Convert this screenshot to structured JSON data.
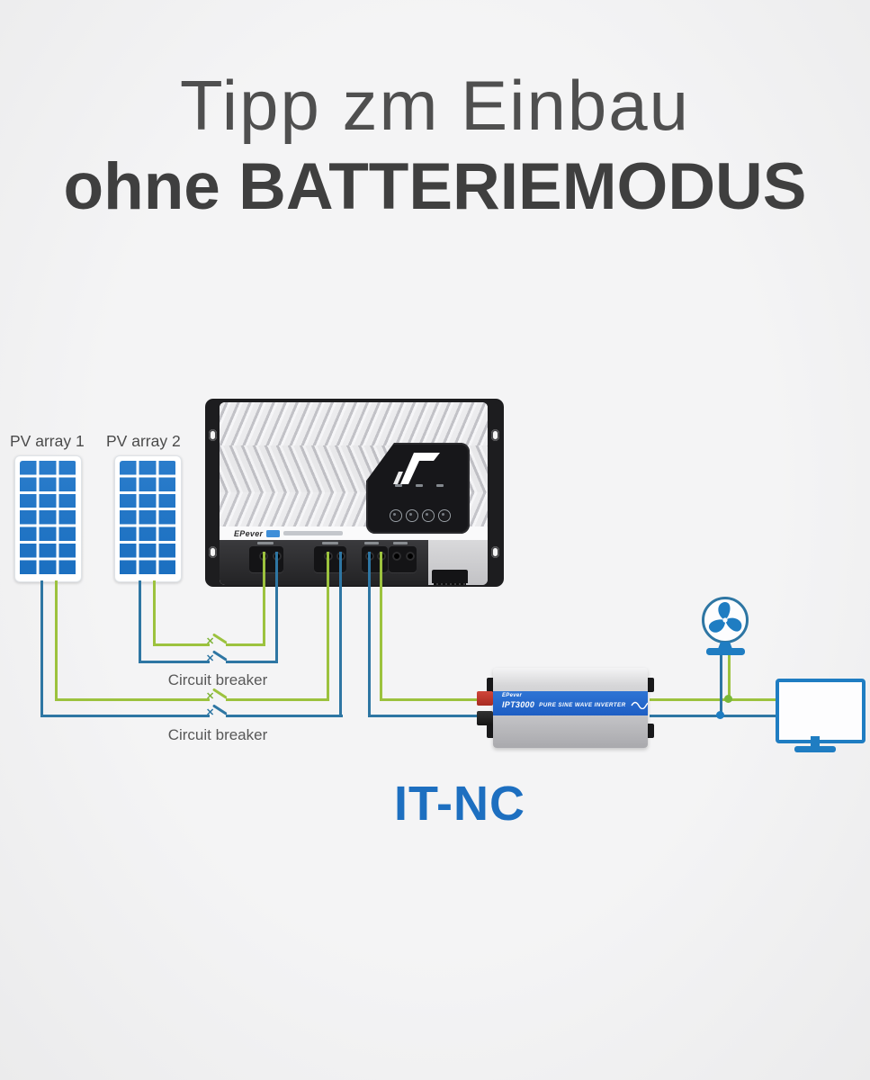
{
  "title": {
    "line1": "Tipp zm Einbau",
    "line2": "ohne BATTERIEMODUS"
  },
  "diagram": {
    "pv_array_1": {
      "label": "PV array 1",
      "rows": 7,
      "cols": 3
    },
    "pv_array_2": {
      "label": "PV array 2",
      "rows": 7,
      "cols": 3
    },
    "circuit_breaker_1": {
      "label": "Circuit breaker"
    },
    "circuit_breaker_2": {
      "label": "Circuit breaker"
    },
    "charge_controller": {
      "brand": "EPever"
    },
    "inverter": {
      "brand": "EPever",
      "model": "IPT3000",
      "tagline": "PURE SINE WAVE INVERTER"
    },
    "output_label": "IT-NC"
  },
  "colors": {
    "wire-green": "#9cc23e",
    "wire-blue": "#2e76a3",
    "device-blue": "#1f7dc2",
    "pv-cell": "#1b6fc0",
    "inverter-blue": "#2e74d4",
    "terminal-red": "#a82c22",
    "itnc-blue": "#1d6fc0"
  }
}
